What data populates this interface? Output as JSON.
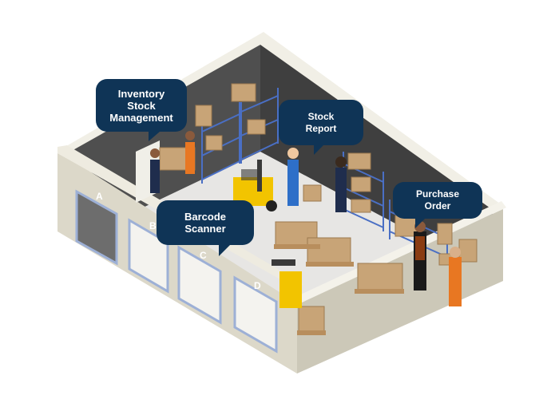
{
  "callouts": {
    "inventory": "Inventory\nStock\nManagement",
    "stock_report": "Stock\nReport",
    "barcode": "Barcode\nScanner",
    "purchase_order": "Purchase\nOrder"
  },
  "doors": [
    "A",
    "B",
    "C",
    "D"
  ],
  "colors": {
    "callout": "#0f3456",
    "wall_dark": "#4d4d4d",
    "wall_light": "#d9d6c9",
    "floor": "#e6e5e3",
    "shelf": "#4a6fc4",
    "box": "#c8a477",
    "forklift": "#f2c400"
  }
}
